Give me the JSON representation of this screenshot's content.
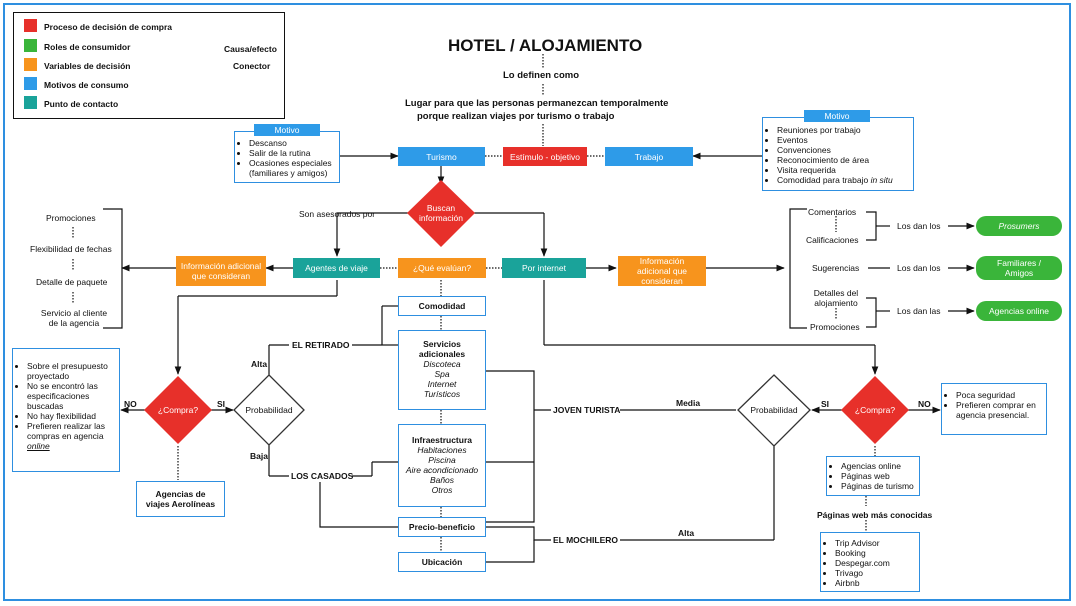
{
  "legend": {
    "items": [
      {
        "label": "Proceso de decisión de compra",
        "color": "#e7302a"
      },
      {
        "label": "Roles de consumidor",
        "color": "#3ab53a"
      },
      {
        "label": "Variables de decisión",
        "color": "#f7941d"
      },
      {
        "label": "Motivos de consumo",
        "color": "#2e9be8"
      },
      {
        "label": "Punto de contacto",
        "color": "#1aa39a"
      }
    ],
    "causa": "Causa/efecto",
    "conector": "Conector"
  },
  "header": {
    "title": "HOTEL / ALOJAMIENTO",
    "defined": "Lo definen como",
    "definition_1": "Lugar para que las personas permanezcan temporalmente",
    "definition_2": "porque realizan viajes por turismo o trabajo"
  },
  "motivo_left": {
    "tag": "Motivo",
    "items": [
      "Descanso",
      "Salir de la rutina",
      "Ocasiones especiales (familiares y amigos)"
    ]
  },
  "motivo_right": {
    "tag": "Motivo",
    "items": [
      "Reuniones por trabajo",
      "Eventos",
      "Convenciones",
      "Reconocimiento de área",
      "Visita requerida"
    ],
    "last_item_prefix": "Comodidad para trabajo ",
    "last_item_italic": "in situ"
  },
  "nodes": {
    "turismo": "Turismo",
    "estimulo": "Estímulo - objetivo",
    "trabajo": "Trabajo",
    "buscan": "Buscan información",
    "asesorados": "Son asesorados por",
    "agentes": "Agentes de viaje",
    "que_evaluan": "¿Qué evalúan?",
    "por_internet": "Por internet",
    "info_left": "Información adicional que consideran",
    "info_right": "Información adicional que consideran",
    "compra_left": "¿Compra?",
    "compra_right": "¿Compra?",
    "prob_left": "Probabilidad",
    "prob_right": "Probabilidad",
    "no_left": "NO",
    "si_left": "SI",
    "no_right": "NO",
    "si_right": "SI",
    "alta_left": "Alta",
    "baja_left": "Baja",
    "media": "Media",
    "alta_right": "Alta"
  },
  "left_options": [
    "Promociones",
    "Flexibilidad de fechas",
    "Detalle de paquete",
    "Servicio al cliente de la agencia"
  ],
  "right_options": {
    "comentarios": "Comentarios",
    "calificaciones": "Calificaciones",
    "sugerencias": "Sugerencias",
    "detalles": "Detalles del alojamiento",
    "promociones": "Promociones",
    "dan_los_1": "Los dan los",
    "dan_los_2": "Los dan los",
    "dan_las": "Los dan las",
    "prosumers": "Prosumers",
    "familiares": "Familiares / Amigos",
    "agencias_online": "Agencias online"
  },
  "criteria": {
    "comodidad": "Comodidad",
    "servicios": {
      "title": "Servicios adicionales",
      "items": [
        "Discoteca",
        "Spa",
        "Internet",
        "Turísticos"
      ]
    },
    "infra": {
      "title": "Infraestructura",
      "items": [
        "Habitaciones",
        "Piscina",
        "Aire acondicionado",
        "Baños",
        "Otros"
      ]
    },
    "precio": "Precio-beneficio",
    "ubicacion": "Ubicación"
  },
  "segments": {
    "retirado": "EL RETIRADO",
    "casados": "LOS CASADOS",
    "joven": "JOVEN TURISTA",
    "mochilero": "EL MOCHILERO"
  },
  "reasons_left": [
    "Sobre el presupuesto proyectado",
    "No se encontró las especificaciones buscadas",
    "No hay flexibilidad",
    "Prefieren realizar las compras en agencia"
  ],
  "reasons_left_online": "online",
  "agencias_viajes": "Agencias de viajes Aerolíneas",
  "reasons_right": [
    "Poca seguridad",
    "Prefieren comprar en agencia presencial."
  ],
  "channels_right": [
    "Agencias online",
    "Páginas web",
    "Páginas de turismo"
  ],
  "web_known_label": "Páginas web más conocidas",
  "web_known": [
    "Trip Advisor",
    "Booking",
    "Despegar.com",
    "Trivago",
    "Airbnb"
  ]
}
